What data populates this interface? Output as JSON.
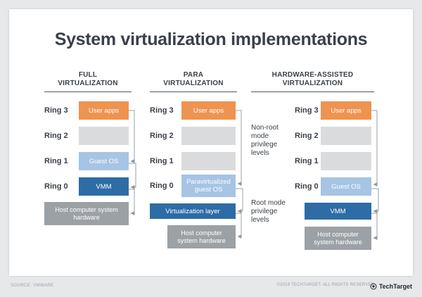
{
  "title": "System virtualization implementations",
  "colors": {
    "user_apps_orange": "#ef9350",
    "guest_os_light_blue": "#a6c4e4",
    "vmm_dark_blue": "#2e6ca6",
    "empty_ring_gray": "#d9dbdd",
    "hardware_gray": "#9ca1a6",
    "title_text": "#3a4049",
    "page_background": "#e7e8e9"
  },
  "columns": [
    {
      "header": "FULL\nVIRTUALIZATION",
      "rings": [
        {
          "ring": "Ring 3",
          "label": "User apps"
        },
        {
          "ring": "Ring 2",
          "label": ""
        },
        {
          "ring": "Ring 1",
          "label": "Guest OS"
        },
        {
          "ring": "Ring 0",
          "label": "VMM"
        }
      ],
      "hardware": "Host computer system hardware"
    },
    {
      "header": "PARA\nVIRTUALIZATION",
      "rings": [
        {
          "ring": "Ring 3",
          "label": "User apps"
        },
        {
          "ring": "Ring 2",
          "label": ""
        },
        {
          "ring": "Ring 1",
          "label": ""
        },
        {
          "ring": "Ring 0",
          "label": "Paravirtualized guest OS"
        }
      ],
      "layer": "Virtualization layer",
      "hardware": "Host computer system hardware"
    },
    {
      "header": "HARDWARE-ASSISTED\nVIRTUALIZATION",
      "side_labels": {
        "non_root": "Non-root mode privilege levels",
        "root": "Root mode privilege levels"
      },
      "rings": [
        {
          "ring": "Ring 3",
          "label": "User apps"
        },
        {
          "ring": "Ring 2",
          "label": ""
        },
        {
          "ring": "Ring 1",
          "label": ""
        },
        {
          "ring": "Ring 0",
          "label": "Guest OS"
        }
      ],
      "vmm": "VMM",
      "hardware": "Host computer system hardware"
    }
  ],
  "footer": {
    "source": "SOURCE: VMWARE",
    "copyright": "©2019 TECHTARGET. ALL RIGHTS RESERVED.",
    "brand": "TechTarget"
  }
}
